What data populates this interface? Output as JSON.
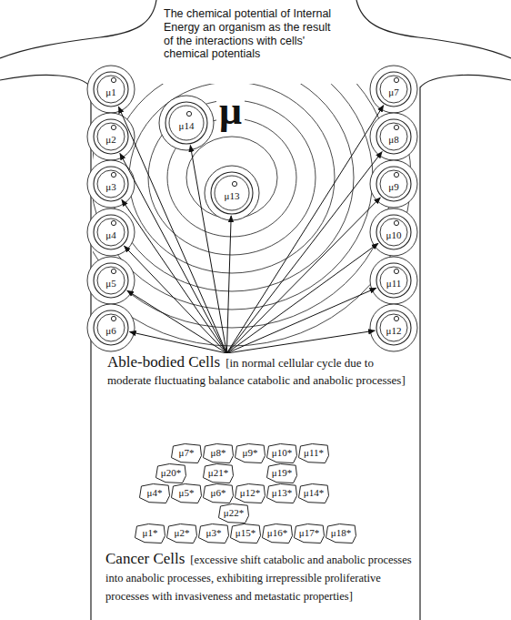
{
  "diagram": {
    "title": "The chemical potential of Internal Energy an organism as the result of the interactions with cells' chemical potentials",
    "nodes": [
      {
        "text": [
          "μ1"
        ]
      },
      {
        "text": [
          "μ2"
        ]
      },
      {
        "text": [
          "μ3"
        ]
      },
      {
        "text": [
          "μ4"
        ]
      },
      {
        "text": [
          "μ5"
        ]
      },
      {
        "text": [
          "μ6"
        ]
      },
      {
        "text": [
          "μ7"
        ]
      },
      {
        "text": [
          "μ8"
        ]
      },
      {
        "text": [
          "μ9"
        ]
      },
      {
        "text": [
          "μ10"
        ]
      },
      {
        "text": [
          "μ11"
        ]
      },
      {
        "text": [
          "μ12"
        ]
      },
      {
        "text": [
          "μ13"
        ]
      },
      {
        "text": [
          "μ14"
        ]
      },
      {
        "text": [
          "Able-bodied Cells",
          "[in normal cellular cycle due to moderate fluctuating balance catabolic and anabolic processes]"
        ]
      },
      {
        "text": [
          "μ7*"
        ]
      },
      {
        "text": [
          "μ8*"
        ]
      },
      {
        "text": [
          "μ9*"
        ]
      },
      {
        "text": [
          "μ10*"
        ]
      },
      {
        "text": [
          "μ11*"
        ]
      },
      {
        "text": [
          "μ20*"
        ]
      },
      {
        "text": [
          "μ21*"
        ]
      },
      {
        "text": [
          "μ19*"
        ]
      },
      {
        "text": [
          "μ4*"
        ]
      },
      {
        "text": [
          "μ5*"
        ]
      },
      {
        "text": [
          "μ6*"
        ]
      },
      {
        "text": [
          "μ12*"
        ]
      },
      {
        "text": [
          "μ13*"
        ]
      },
      {
        "text": [
          "μ14*"
        ]
      },
      {
        "text": [
          "μ22*"
        ]
      },
      {
        "text": [
          "μ1*"
        ]
      },
      {
        "text": [
          "μ2*"
        ]
      },
      {
        "text": [
          "μ3*"
        ]
      },
      {
        "text": [
          "μ15*"
        ]
      },
      {
        "text": [
          "μ16*"
        ]
      },
      {
        "text": [
          "μ17*"
        ]
      },
      {
        "text": [
          "μ18*"
        ]
      }
    ],
    "edges": [
      {
        "from": 14,
        "to": 0,
        "arrow": "to"
      },
      {
        "from": 14,
        "to": 1,
        "arrow": "to"
      },
      {
        "from": 14,
        "to": 2,
        "arrow": "to"
      },
      {
        "from": 14,
        "to": 3,
        "arrow": "to"
      },
      {
        "from": 14,
        "to": 4,
        "arrow": "to"
      },
      {
        "from": 14,
        "to": 5,
        "arrow": "to"
      },
      {
        "from": 14,
        "to": 6,
        "arrow": "to"
      },
      {
        "from": 14,
        "to": 7,
        "arrow": "to"
      },
      {
        "from": 14,
        "to": 8,
        "arrow": "to"
      },
      {
        "from": 14,
        "to": 9,
        "arrow": "to"
      },
      {
        "from": 14,
        "to": 10,
        "arrow": "to"
      },
      {
        "from": 14,
        "to": 11,
        "arrow": "to"
      },
      {
        "from": 14,
        "to": 12,
        "arrow": "to"
      },
      {
        "from": 14,
        "to": 13,
        "arrow": "to"
      }
    ],
    "labels": [
      "μ",
      "Cancer Cells",
      "[excessive shift catabolic and anabolic processes into anabolic processes, exhibiting irrepressible proliferative processes with invasiveness and metastatic properties]"
    ]
  }
}
